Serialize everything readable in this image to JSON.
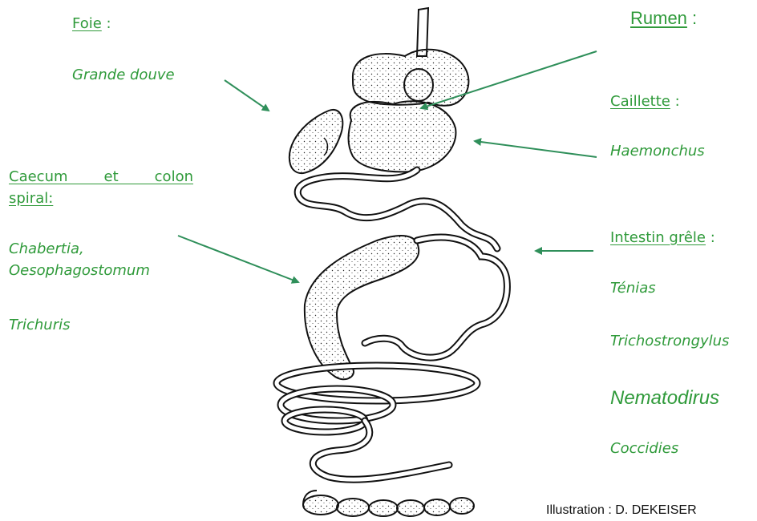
{
  "labels": {
    "foie": {
      "title": "Foie",
      "sep": " :",
      "parasites": [
        "Grande douve"
      ]
    },
    "rumen": {
      "title": "Rumen",
      "sep": " :"
    },
    "caillette": {
      "title": "Caillette",
      "sep": " :",
      "parasites": [
        "Haemonchus"
      ]
    },
    "caecum": {
      "title_line1": "Caecum et colon",
      "title_line2": "spiral:",
      "parasites": [
        "Chabertia,",
        "Oesophagostomum",
        "Trichuris"
      ]
    },
    "intestin": {
      "title": "Intestin grêle",
      "sep": " :",
      "parasites": [
        "Ténias",
        "Trichostrongylus",
        "Nematodirus",
        "Coccidies"
      ]
    }
  },
  "credit": "Illustration : D. DEKEISER",
  "colors": {
    "label": "#2f9a3a",
    "arrow": "#2f8f5a",
    "outline": "#111111"
  }
}
